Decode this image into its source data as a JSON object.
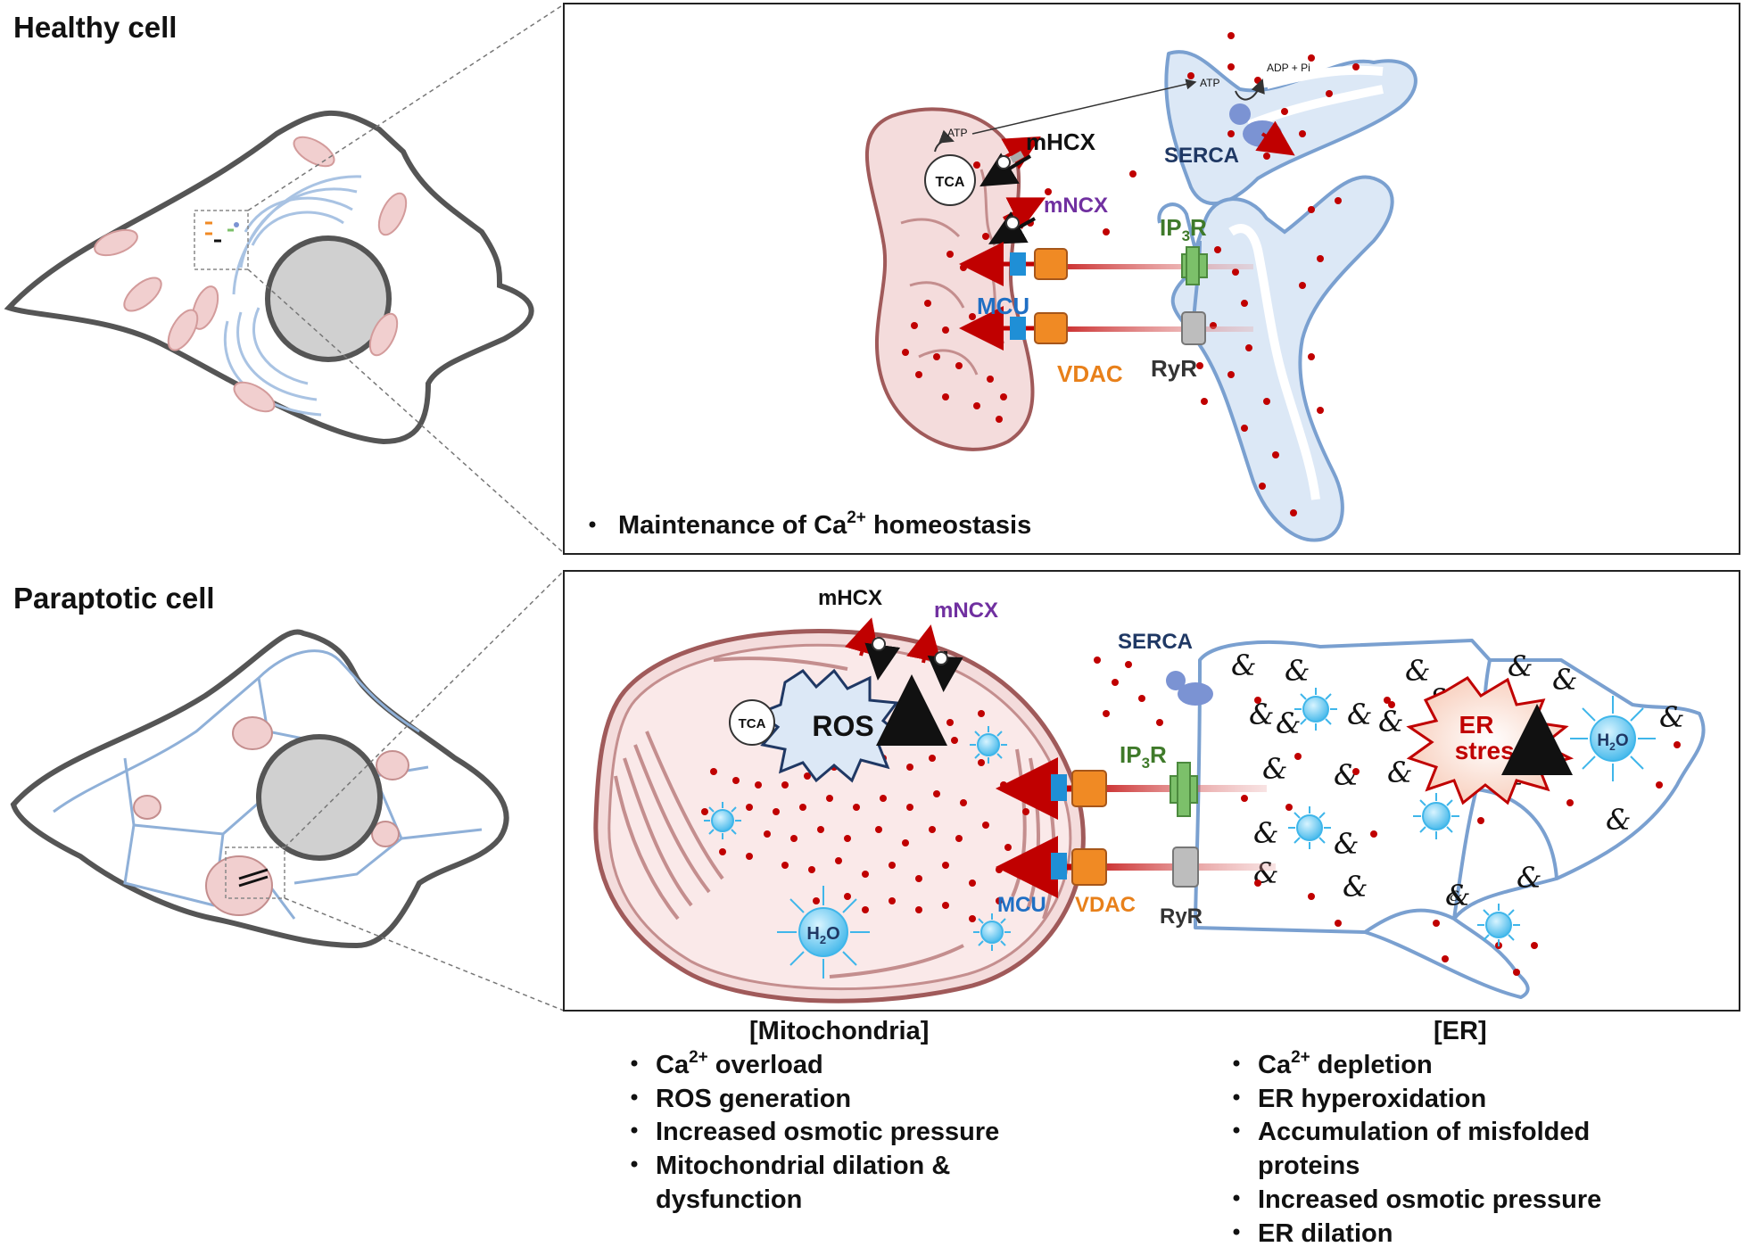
{
  "colors": {
    "mito_fill": "#f4dcdc",
    "mito_stroke": "#a05a5a",
    "er_stroke": "#7aa0d0",
    "er_fill": "#dce8f6",
    "calcium": "#c00000",
    "vdac": "#f08a24",
    "mcu": "#1f8fd6",
    "ip3r": "#7cc06a",
    "ryr": "#a8a8a8",
    "serca": "#7b93d3",
    "water": "#5cc8f0",
    "label_mcu": "#1f6fc4",
    "label_vdac": "#e8801a",
    "label_mncx": "#7030a0",
    "label_ip3r": "#3f7a2a",
    "label_serca": "#1f3864",
    "label_ryr": "#333333",
    "er_stress": "#c00000"
  },
  "top": {
    "title": "Healthy cell",
    "labels": {
      "atp_inside": "ATP",
      "tca": "TCA",
      "mhcx": "mHCX",
      "mncx": "mNCX",
      "mcu": "MCU",
      "vdac": "VDAC",
      "serca": "SERCA",
      "ip3r": "IP",
      "ip3r_sub": "3",
      "ip3r_end": "R",
      "ryr": "RyR",
      "atp_serca": "ATP",
      "adp": "ADP + Pi"
    },
    "bullet": "Maintenance of Ca",
    "bullet_sup": "2+",
    "bullet_end": " homeostasis"
  },
  "bottom": {
    "title": "Paraptotic cell",
    "labels": {
      "mhcx": "mHCX",
      "mncx": "mNCX",
      "serca": "SERCA",
      "ros": "ROS",
      "tca": "TCA",
      "ip3r": "IP",
      "ip3r_sub": "3",
      "ip3r_end": "R",
      "er_stress_1": "ER",
      "er_stress_2": "stress",
      "h2o": "H",
      "h2o_sub": "2",
      "h2o_end": "O",
      "mcu": "MCU",
      "vdac": "VDAC",
      "ryr": "RyR"
    },
    "mito_heading": "[Mitochondria]",
    "er_heading": "[ER]",
    "mito_bullets": [
      {
        "main": "Ca",
        "sup": "2+",
        "rest": " overload"
      },
      {
        "main": "ROS generation",
        "sup": "",
        "rest": ""
      },
      {
        "main": "Increased osmotic pressure",
        "sup": "",
        "rest": ""
      },
      {
        "main": "Mitochondrial dilation &",
        "sup": "",
        "rest": ""
      },
      {
        "main": "dysfunction",
        "sup": "",
        "rest": "",
        "continuation": true
      }
    ],
    "er_bullets": [
      {
        "main": "Ca",
        "sup": "2+",
        "rest": " depletion"
      },
      {
        "main": "ER hyperoxidation",
        "sup": "",
        "rest": ""
      },
      {
        "main": "Accumulation of misfolded",
        "sup": "",
        "rest": ""
      },
      {
        "main": "proteins",
        "sup": "",
        "rest": "",
        "continuation": true
      },
      {
        "main": "Increased osmotic pressure",
        "sup": "",
        "rest": ""
      },
      {
        "main": "ER dilation",
        "sup": "",
        "rest": ""
      }
    ]
  }
}
